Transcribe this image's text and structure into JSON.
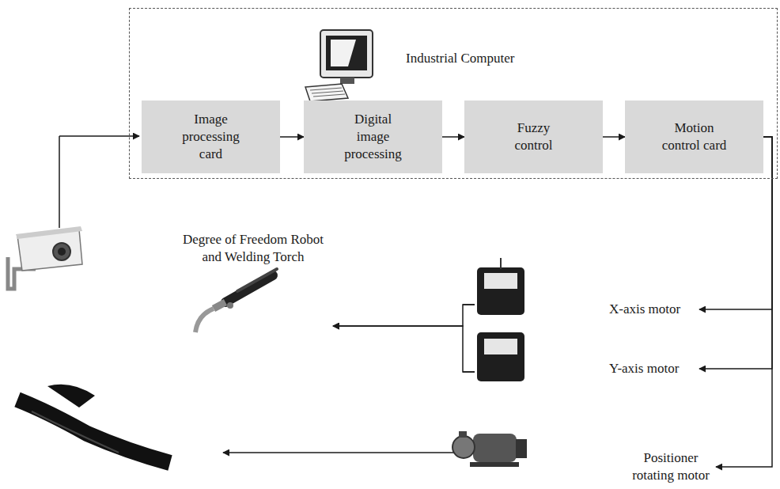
{
  "diagram": {
    "nodes": [
      {
        "text": [
          "Industrial Computer"
        ]
      },
      {
        "text": [
          "Image processing card"
        ],
        "in": 0
      },
      {
        "text": [
          "Digital image processing"
        ],
        "in": 0
      },
      {
        "text": [
          "Fuzzy control"
        ],
        "in": 0
      },
      {
        "text": [
          "Motion control card"
        ],
        "in": 0
      },
      {
        "text": [
          "Degree of Freedom Robot and Welding Torch"
        ]
      },
      {
        "text": [
          "X-axis motor"
        ]
      },
      {
        "text": [
          "Y-axis motor"
        ]
      },
      {
        "text": [
          "Positioner rotating motor"
        ]
      }
    ],
    "edges": [
      {
        "from": 1,
        "to": 2,
        "arrow": "to"
      },
      {
        "from": 2,
        "to": 3,
        "arrow": "to"
      },
      {
        "from": 3,
        "to": 4,
        "arrow": "to"
      },
      {
        "from": 4,
        "to": 6,
        "arrow": "to"
      },
      {
        "from": 4,
        "to": 7,
        "arrow": "to"
      },
      {
        "from": 4,
        "to": 8,
        "arrow": "to"
      },
      {
        "from": 6,
        "to": 5,
        "arrow": "to"
      },
      {
        "from": 7,
        "to": 5,
        "arrow": "to"
      }
    ]
  }
}
